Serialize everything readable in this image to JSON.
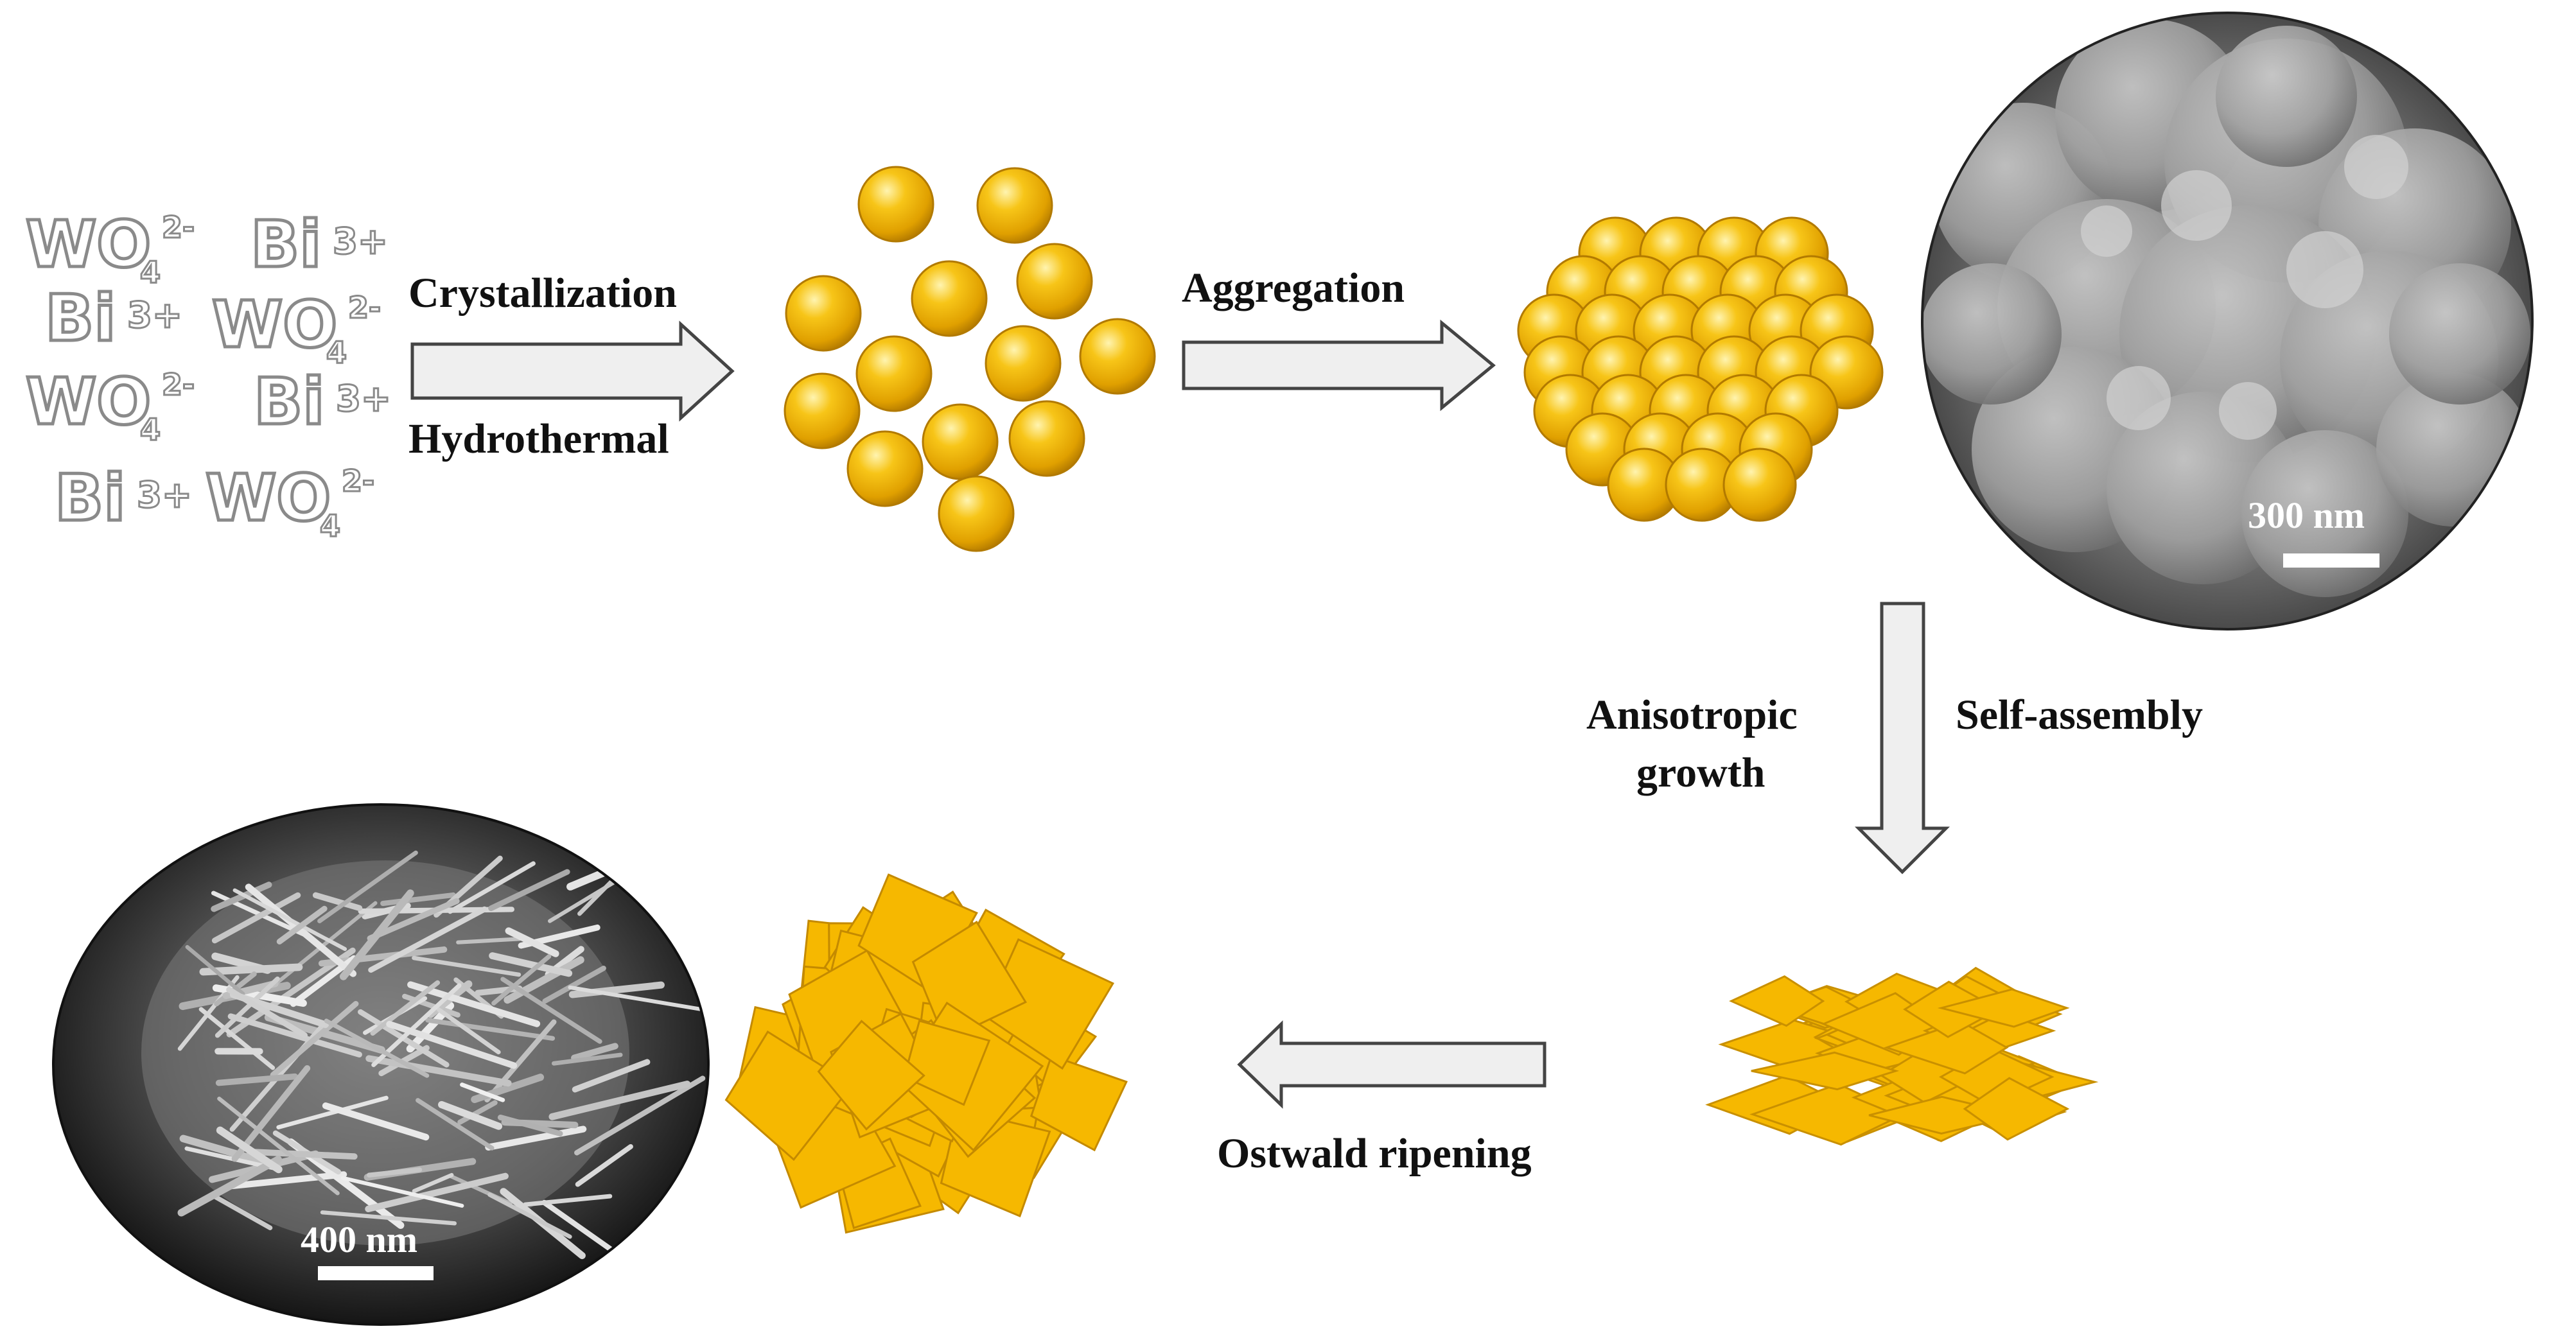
{
  "ions": {
    "wo4": "WO",
    "wo4_sub": "4",
    "wo4_sup": "2-",
    "bi": "Bi",
    "bi_sup": "3+"
  },
  "steps": {
    "crystallization": "Crystallization",
    "hydrothermal": "Hydrothermal",
    "aggregation": "Aggregation",
    "anisotropic_line1": "Anisotropic",
    "anisotropic_line2": "growth",
    "self_assembly": "Self-assembly",
    "ostwald": "Ostwald ripening"
  },
  "sem_images": {
    "top_scale": "300 nm",
    "bottom_scale": "400 nm"
  },
  "colors": {
    "sphere": "#f2b705",
    "sphere_dark": "#c98a00",
    "plate": "#f5b800",
    "plate_edge": "#c98f00",
    "arrow_fill": "#efefef",
    "arrow_stroke": "#444444"
  }
}
